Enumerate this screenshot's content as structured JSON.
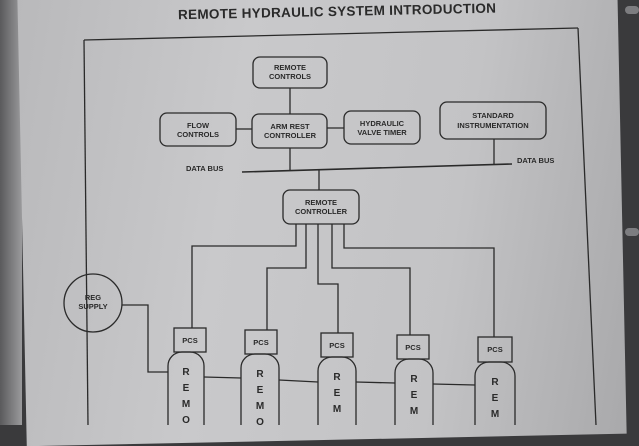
{
  "title": "REMOTE HYDRAULIC SYSTEM INTRODUCTION",
  "nodes": {
    "remote_controls": [
      "REMOTE",
      "CONTROLS"
    ],
    "flow_controls": [
      "FLOW",
      "CONTROLS"
    ],
    "arm_rest_controller": [
      "ARM REST",
      "CONTROLLER"
    ],
    "hydraulic_valve_timer": [
      "HYDRAULIC",
      "VALVE TIMER"
    ],
    "standard_instrumentation": [
      "STANDARD",
      "INSTRUMENTATION"
    ],
    "remote_controller": [
      "REMOTE",
      "CONTROLLER"
    ],
    "reg_supply": [
      "REG",
      "SUPPLY"
    ]
  },
  "data_bus_left": "DATA BUS",
  "data_bus_right": "DATA BUS",
  "pcs_label": "PCS",
  "valve_letters": [
    "R",
    "E",
    "M",
    "O"
  ],
  "colors": {
    "ink": "#2a2a2a",
    "paper": "#c4c4c6"
  }
}
